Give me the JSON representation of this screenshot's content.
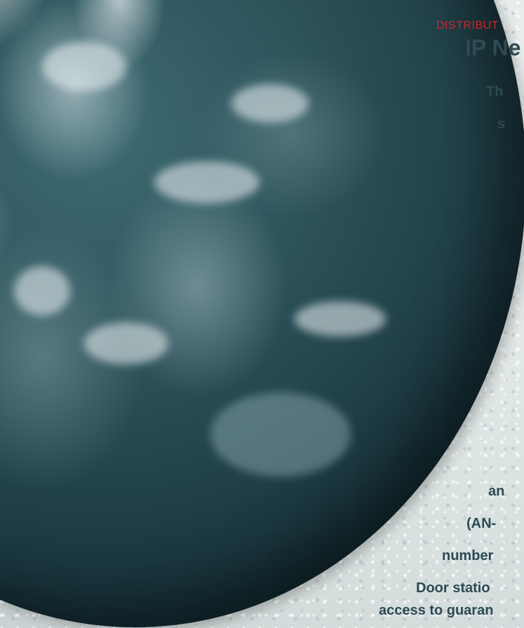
{
  "heading": {
    "kicker": "DISTRIBUT",
    "title": "IP Ne"
  },
  "body_lines": [
    "Th",
    "s",
    "an",
    "(AN-",
    "number",
    "Door statio",
    "access to guaran"
  ],
  "colors": {
    "kicker": "#d0242b",
    "title": "#2f4a53",
    "body": "#2c4a53",
    "background": "#dde3e3"
  },
  "image": {
    "subject": "earth-globe"
  }
}
